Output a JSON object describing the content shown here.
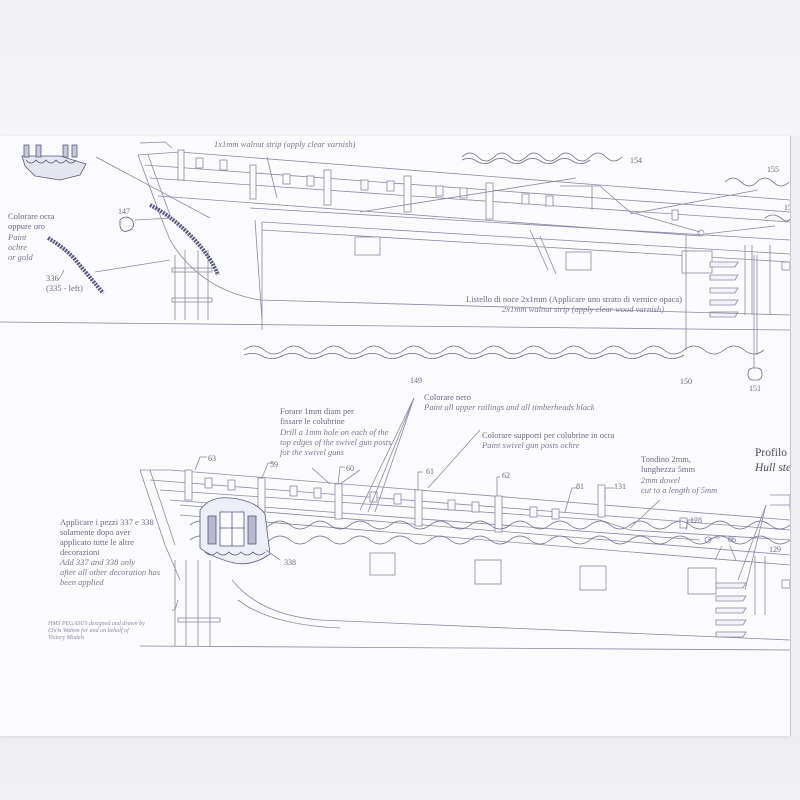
{
  "document": {
    "subject": "HMS PEGASUS model ship plan",
    "credit": [
      "HMS PEGASUS designed and drawn by",
      "Chris Watton for and on behalf of",
      "Victory Models"
    ]
  },
  "upper_view": {
    "labels": {
      "walnut_1x1": "1x1mm walnut strip (apply clear varnish)",
      "colour_it": [
        "Colorare ocra",
        "oppure oro"
      ],
      "colour_en": [
        "Paint",
        "ochre",
        "or gold"
      ],
      "part_336": "336",
      "part_335": "(335 - left)",
      "listello_it": "Listello di noce 2x1mm (Applicare uno strato di vernice opaca)",
      "listello_en": "2x1mm walnut strip (apply clear wood varnish)"
    },
    "part_numbers": {
      "p147": "147",
      "p154": "154",
      "p155": "155",
      "p15x": "15",
      "p149": "149",
      "p150": "150",
      "p151": "151"
    }
  },
  "lower_view": {
    "labels": {
      "forare_it": [
        "Forare 1mm diam per",
        "fissare le colubrine"
      ],
      "forare_en": [
        "Drill a 1mm hole on each of the",
        "top edges of the swivel gun posts",
        "for the swivel guns"
      ],
      "nero_it": "Colorare nero",
      "nero_en": "Paint all upper railings and all timberheads black",
      "supporti_it": "Colorare supporti per colubrine in ocra",
      "supporti_en": "Paint swivel gun posts ochre",
      "tondino_it": [
        "Tondino 2mm,",
        "lunghezza 5mm"
      ],
      "tondino_en": [
        "2mm dowel",
        "cut to a length of 5mm"
      ],
      "profilo_it": "Profilo sca",
      "profilo_en": "Hull step s",
      "applicare_it": [
        "Applicare i pezzi 337 e 338",
        "solamente dopo aver",
        "applicato tutte le altre",
        "decorazioni"
      ],
      "applicare_en": [
        "Add 337 and 338 only",
        "after all other decoration has",
        "been applied"
      ]
    },
    "part_numbers": {
      "p63": "63",
      "p59": "59",
      "p60": "60",
      "p61": "61",
      "p62": "62",
      "p81": "81",
      "p131": "131",
      "p128": "128",
      "p86": "86",
      "p129": "129",
      "p338": "338"
    }
  },
  "colors": {
    "ink": "#6a6a8a",
    "paper": "#fbfbfd",
    "background": "#f3f3f7"
  }
}
